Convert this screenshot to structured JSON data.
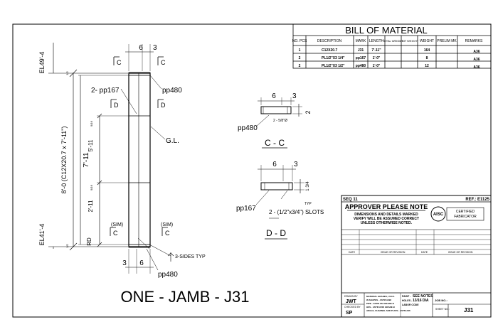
{
  "bom": {
    "title": "BILL OF MATERIAL",
    "headers": [
      "NO. PCS",
      "DESCRIPTION",
      "MARK",
      "LENGTH",
      "TOTAL WEIGHT",
      "UNIT WEIGHT",
      "WEIGHT",
      "PRELIM MK",
      "REMARKS"
    ],
    "rows": [
      {
        "pcs": "1",
        "desc": "C12X20.7",
        "mark": "J31",
        "length": "7'-11\"",
        "weight": "164",
        "remarks": "A36"
      },
      {
        "pcs": "2",
        "desc": "PL1/2\"X3 1/4\"",
        "mark": "pp167",
        "length": "1'-0\"",
        "weight": "8",
        "remarks": "A36"
      },
      {
        "pcs": "2",
        "desc": "PL1/2\"X3 1/2\"",
        "mark": "pp480",
        "length": "1'-0\"",
        "weight": "12",
        "remarks": "A36"
      }
    ]
  },
  "elevation": {
    "el_top": "EL49'-4",
    "el_bottom": "EL41'-4",
    "dim_overall": "8'-0 (C12X20.7 x 7'-11\")",
    "dim_inner": "7'-11",
    "dim_upper": "5'-11",
    "dim_upper_frac": "9/16",
    "dim_lower": "2'-11",
    "dim_lower_frac": "9/16",
    "rd": "RD",
    "half_top": "1/2",
    "half_bottom": "1/2",
    "top_dim_a": "6",
    "top_dim_b": "3",
    "bot_dim_a": "3",
    "bot_dim_b": "6",
    "label_pp167": "2- pp167",
    "label_pp480_top": "pp480",
    "label_gl": "G.L.",
    "label_pp480_bottom": "pp480",
    "weld_note": "3-SIDES TYP",
    "sim": "(SIM)",
    "sec_c": "C",
    "sec_d": "D"
  },
  "section_cc": {
    "dim_a": "6",
    "dim_b": "3",
    "dim_c": "2",
    "hole": "2 - 5/8\"Ø",
    "label": "pp480",
    "title": "C - C"
  },
  "section_dd": {
    "dim_a": "6",
    "dim_b": "3",
    "dim_c": "1 3/4",
    "typ": "TYP",
    "slots": "2 - (1/2\"x3/4\") SLOTS",
    "label": "pp167",
    "title": "D - D"
  },
  "title_block": {
    "seq": "SEQ 11",
    "ref": "REF.: E1125",
    "approver": "APPROVER PLEASE NOTE",
    "note": [
      "DIMENSIONS AND DETAILS MARKED",
      "VERIFY WILL BE ASSUMED CORRECT",
      "UNLESS OTHERWISE NOTED."
    ],
    "aisc": "AISC",
    "aisc_text": [
      "CERTIFIED",
      "FABRICATOR"
    ],
    "rev_headers": [
      "DATE",
      "ISSUE OR REVISION",
      "DATE",
      "ISSUE OR REVISION"
    ],
    "drawn_by_label": "DRAWN BY",
    "drawn_by": "JWT",
    "checked_by_label": "CHECKED BY",
    "checked_by": "SP",
    "materials": [
      "MATERIAL GRADES, U.N.O.",
      "W-SHAPES - ASTM A992",
      "PIPE - ASTM A53 GRADE B",
      "HSS - ASTM A500 GRADE B",
      "ANGLE, CHANNEL AND PLATE - ASTM A36"
    ],
    "paint_label": "PAINT -",
    "paint": "SEE NOTES",
    "holes_label": "HOLES -",
    "holes": "13/16 DIA",
    "labor": "LABOR CODE",
    "job_label": "JOB NO.:",
    "sheet_label": "SHEET NO.:",
    "sheet": "J31"
  },
  "drawing_title": "ONE - JAMB - J31"
}
